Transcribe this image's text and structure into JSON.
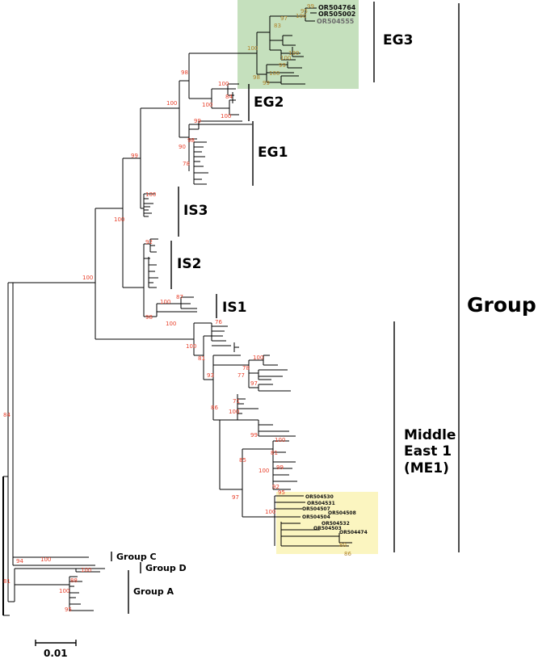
{
  "highlights": {
    "green": "#c5e0bd",
    "yellow": "#fbf5c0"
  },
  "clades": {
    "eg3": "EG3",
    "eg2": "EG2",
    "eg1": "EG1",
    "is3": "IS3",
    "is2": "IS2",
    "is1": "IS1",
    "group_b": "Group B",
    "me1_line1": "Middle",
    "me1_line2": "East 1",
    "me1_line3": "(ME1)",
    "group_c": "Group C",
    "group_d": "Group D",
    "group_a": "Group A"
  },
  "tips": {
    "top": [
      "OR504764",
      "OR505002",
      "OR504555"
    ],
    "bottom": [
      "OR504530",
      "OR504531",
      "OR504507",
      "OR504508",
      "OR504504",
      "OR504532",
      "OR504503",
      "OR504474"
    ]
  },
  "bootstrap": {
    "eg3": [
      "99",
      "95",
      "97",
      "100",
      "83",
      "100",
      "100",
      "100",
      "99",
      "100",
      "98",
      "99"
    ],
    "eg2": [
      "98",
      "100",
      "100",
      "84",
      "100",
      "100"
    ],
    "eg1": [
      "99",
      "98",
      "90",
      "78"
    ],
    "is3": [
      "99",
      "100"
    ],
    "is2": [
      "100",
      "92",
      "100"
    ],
    "is1": [
      "87",
      "100",
      "98",
      "100"
    ],
    "me1": [
      "76",
      "100",
      "81",
      "93",
      "100",
      "78",
      "77",
      "97",
      "71",
      "100",
      "86",
      "99",
      "100",
      "81",
      "85",
      "100",
      "99",
      "92",
      "95",
      "97",
      "100",
      "80",
      "86"
    ],
    "lower": [
      "84",
      "94",
      "100",
      "100",
      "81",
      "88",
      "100",
      "95"
    ]
  },
  "scale_label": "0.01"
}
